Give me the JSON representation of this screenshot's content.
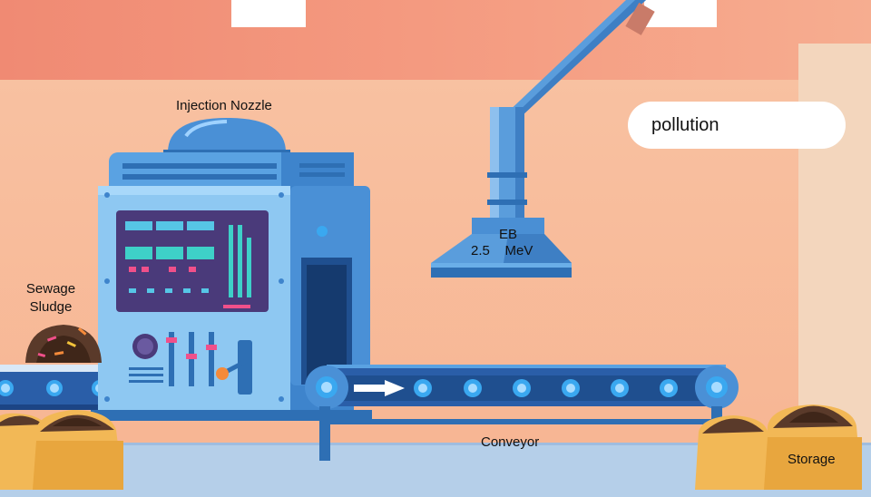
{
  "labels": {
    "injection_nozzle": "Injection Nozzle",
    "sewage_sludge": "Sewage Sludge",
    "eb_line1": "EB",
    "eb_line2": "2.5    MeV",
    "pollution": "pollution",
    "conveyor": "Conveyor",
    "storage": "Storage"
  },
  "colors": {
    "ceiling": "#f08a73",
    "wall": "#f7b996",
    "machine_blue": "#3e8ed0",
    "machine_dark": "#1f4f8f",
    "screen": "#4a3a7a",
    "conveyor_belt": "#2a5ea8",
    "sack": "#f2b856",
    "sludge": "#5a3a2a"
  }
}
